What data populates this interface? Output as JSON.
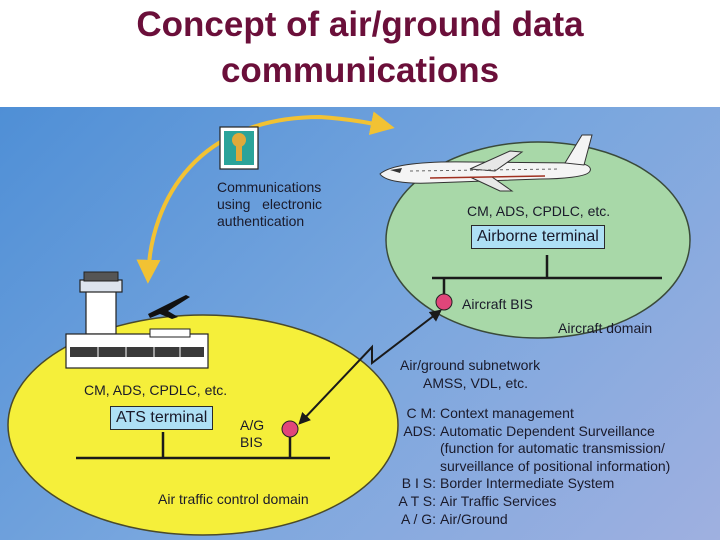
{
  "title": {
    "line1": "Concept of air/ground data",
    "line2": "communications"
  },
  "diagram": {
    "auth": {
      "line1": "Communications",
      "line2": "using   electronic",
      "line3": "authentication"
    },
    "aircraft": {
      "services": "CM, ADS, CPDLC, etc.",
      "terminal": "Airborne terminal",
      "bis": "Aircraft BIS",
      "domain": "Aircraft domain"
    },
    "subnetwork": {
      "line1": "Air/ground subnetwork",
      "line2": "AMSS, VDL, etc."
    },
    "ground": {
      "services": "CM, ADS, CPDLC, etc.",
      "terminal": "ATS terminal",
      "bis_line1": "A/G",
      "bis_line2": "BIS",
      "domain": "Air traffic control domain"
    },
    "legend": [
      {
        "key": "C M:",
        "text": "Context management"
      },
      {
        "key": "ADS:",
        "text": "Automatic Dependent Surveillance"
      },
      {
        "key": "",
        "text": "(function for automatic transmission/"
      },
      {
        "key": "",
        "text": "surveillance of positional information)"
      },
      {
        "key": "B I S:",
        "text": "Border Intermediate System"
      },
      {
        "key": "A T S:",
        "text": "Air Traffic Services"
      },
      {
        "key": "A / G:",
        "text": "Air/Ground"
      }
    ],
    "colors": {
      "title": "#6b0f3a",
      "aircraft_domain": "#a8d8a8",
      "ground_domain": "#f5ef3a",
      "terminal_box": "#aee0f5",
      "bis_node": "#e0467a",
      "auth_arrow": "#f2c233"
    }
  }
}
